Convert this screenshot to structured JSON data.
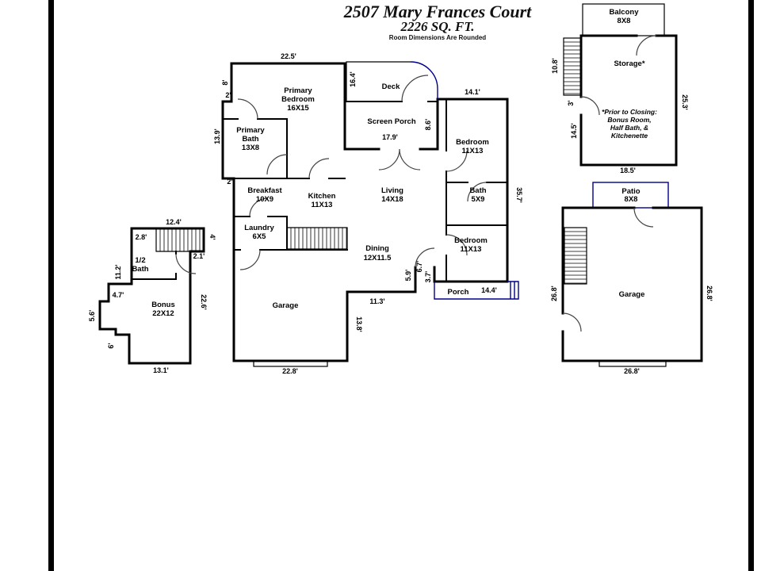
{
  "colors": {
    "wall": "#000000",
    "accent": "#00008b",
    "text": "#000000",
    "border_bar": "#000000"
  },
  "header": {
    "title": "2507 Mary Frances Court",
    "subtitle": "2226 SQ. FT.",
    "note": "Room Dimensions Are Rounded"
  },
  "main": {
    "rooms": {
      "primary_bedroom": [
        "Primary",
        "Bedroom",
        "16X15"
      ],
      "primary_bath": [
        "Primary",
        "Bath",
        "13X8"
      ],
      "deck": [
        "Deck"
      ],
      "screen_porch": [
        "Screen Porch"
      ],
      "bedroom_top": [
        "Bedroom",
        "11X13"
      ],
      "breakfast": [
        "Breakfast",
        "10X9"
      ],
      "kitchen": [
        "Kitchen",
        "11X13"
      ],
      "living": [
        "Living",
        "14X18"
      ],
      "bath": [
        "Bath",
        "5X9"
      ],
      "laundry": [
        "Laundry",
        "6X5"
      ],
      "bedroom_bottom": [
        "Bedroom",
        "11X13"
      ],
      "dining": [
        "Dining",
        "12X11.5"
      ],
      "garage": [
        "Garage"
      ],
      "porch": [
        "Porch"
      ]
    },
    "dims": {
      "top": "22.5'",
      "left_upper": "8'",
      "left_jog_upper": "2'",
      "left_mid": "13.9'",
      "left_jog_lower": "2'",
      "deck_side": "16.4'",
      "screen_porch_width": "17.9'",
      "screen_porch_side": "8.6'",
      "top_right": "14.1'",
      "right_side": "35.7'",
      "entry_a": "5.9'",
      "entry_b": "6.7'",
      "entry_c": "3.7'",
      "porch_width": "14.4'",
      "dining_bottom": "11.3'",
      "garage_side": "13.8'",
      "garage_bottom": "22.8'"
    }
  },
  "bonus": {
    "rooms": {
      "half_bath": [
        "1/2",
        "Bath"
      ],
      "bonus": [
        "Bonus",
        "22X12"
      ]
    },
    "dims": {
      "top": "12.4'",
      "top_left": "2.8'",
      "right_upper": "4'",
      "right_jog": "2.1'",
      "left_upper": "11.2'",
      "left_step": "4.7'",
      "left_notch": "5.6'",
      "left_lower": "6'",
      "bottom": "13.1'",
      "right_side": "22.6'"
    }
  },
  "storage": {
    "rooms": {
      "balcony": [
        "Balcony",
        "8X8"
      ],
      "storage": [
        "Storage*"
      ]
    },
    "note_lines": [
      "*Prior to Closing:",
      "Bonus Room,",
      "Half Bath, &",
      "Kitchenette"
    ],
    "dims": {
      "stairs_side": "10.8'",
      "left_small": "3'",
      "left_lower": "14.5'",
      "right_side": "25.3'",
      "bottom": "18.5'"
    }
  },
  "garage_building": {
    "rooms": {
      "patio": [
        "Patio",
        "8X8"
      ],
      "garage": [
        "Garage"
      ]
    },
    "dims": {
      "left_side": "26.8'",
      "right_side": "26.8'",
      "bottom": "26.8'"
    }
  }
}
